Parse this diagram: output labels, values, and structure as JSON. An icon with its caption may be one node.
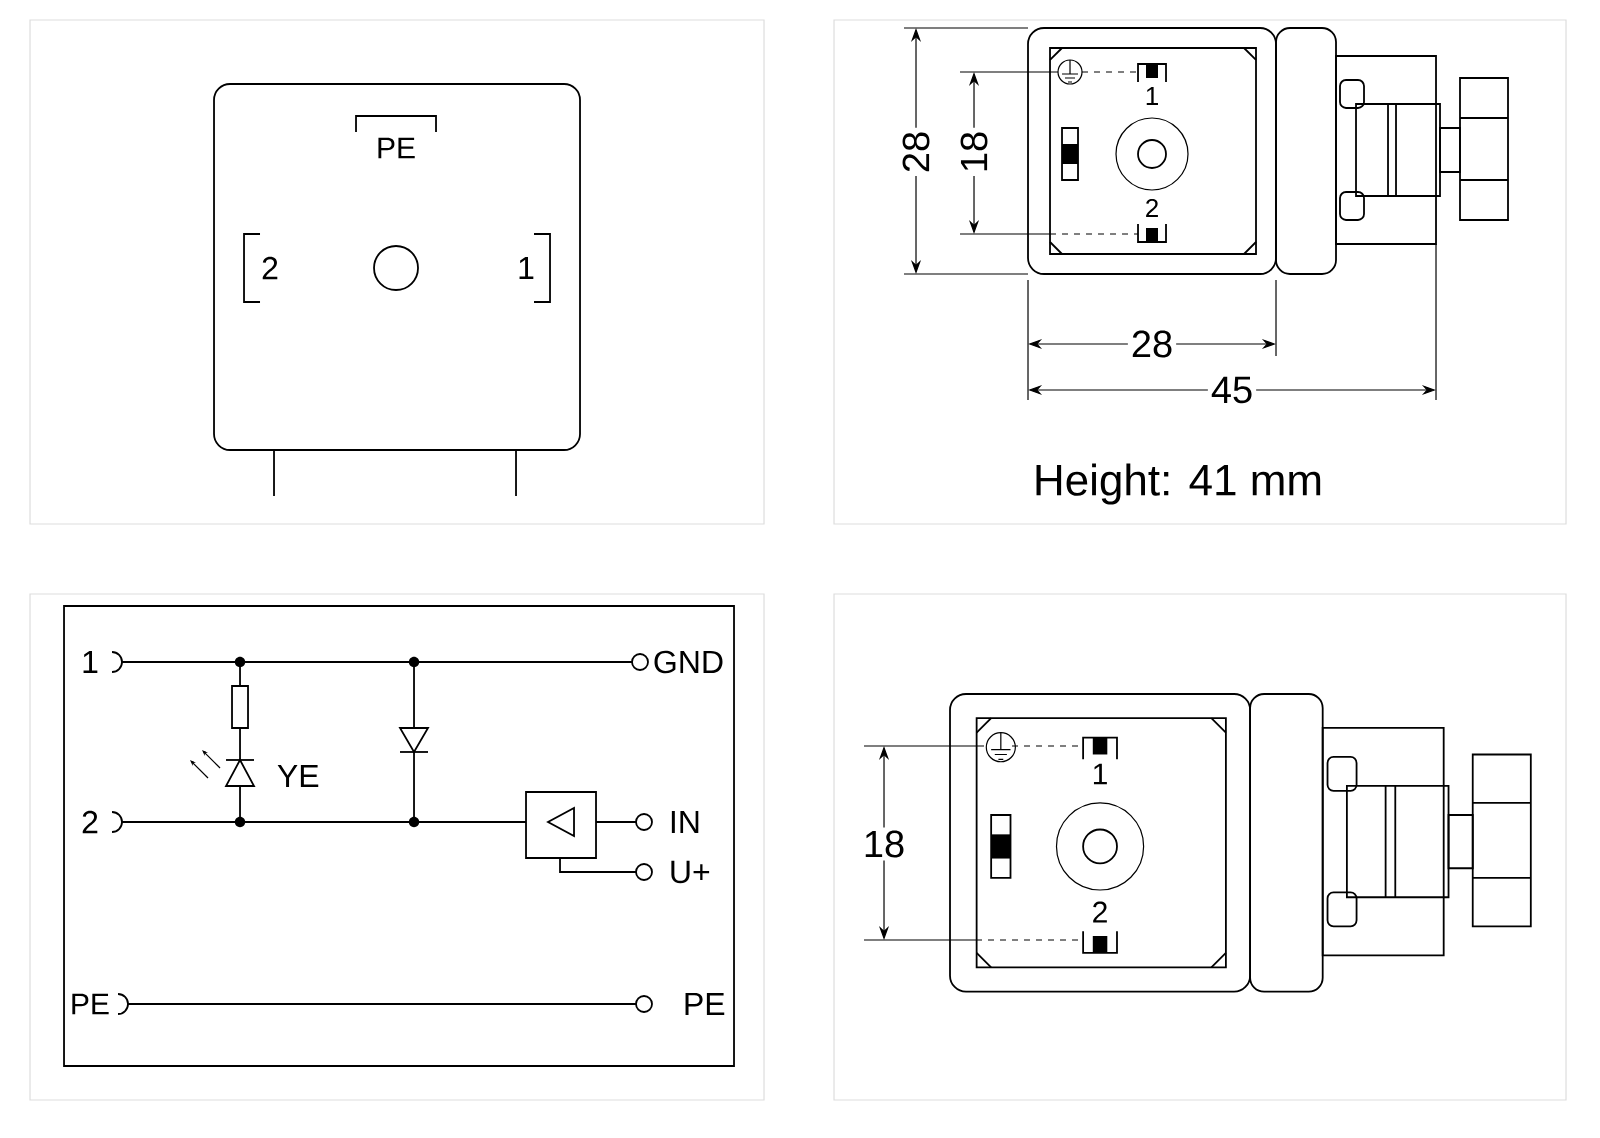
{
  "diagram": {
    "labels": [
      "PE",
      "2",
      "1",
      "28",
      "18",
      "1",
      "2",
      "28",
      "45",
      "Height: 41 mm",
      "1",
      "GND",
      "YE",
      "2",
      "IN",
      "U+",
      "PE",
      "PE",
      "1",
      "18",
      "2"
    ]
  }
}
